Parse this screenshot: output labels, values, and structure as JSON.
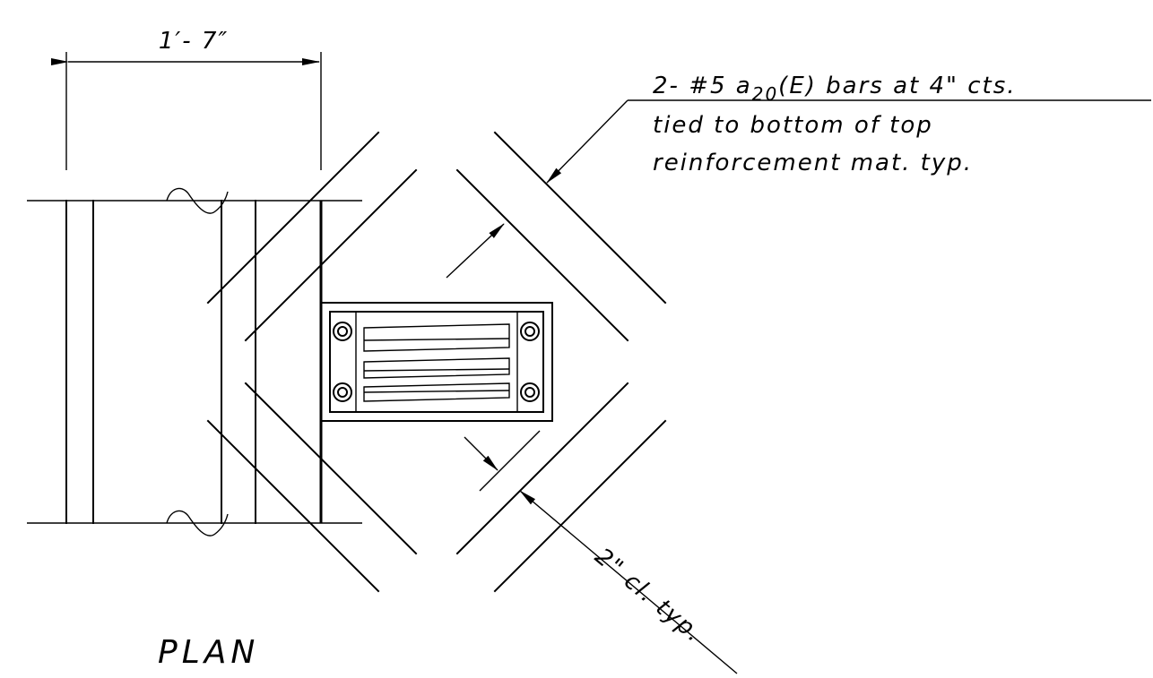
{
  "drawing": {
    "dimension_label": "1′- 7″",
    "note": {
      "line1_prefix": "2- #5 a",
      "line1_sub": "20",
      "line1_suffix": "(E) bars at 4\" cts.",
      "line2": "tied to bottom of top",
      "line3": "reinforcement mat. typ."
    },
    "clearance_label": "2\" cl. typ.",
    "view_title": "PLAN"
  }
}
